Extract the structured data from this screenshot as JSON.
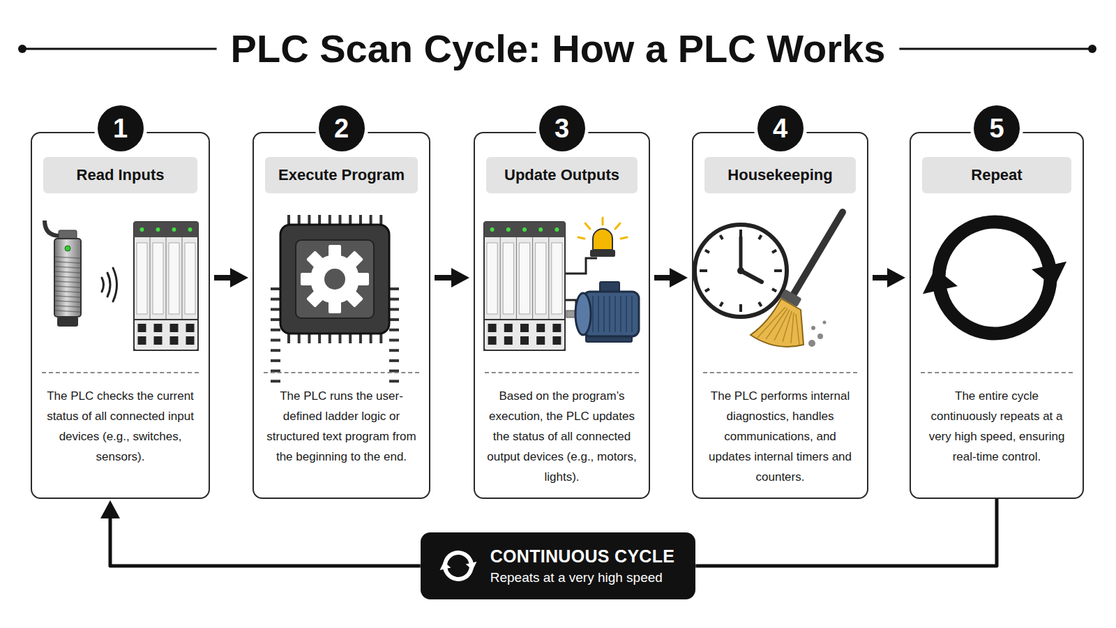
{
  "diagram": {
    "title": "PLC Scan Cycle: How a PLC Works",
    "nodes": [
      {
        "text": [
          "Read Inputs",
          "The PLC checks the current status of all connected input devices (e.g., switches, sensors)."
        ]
      },
      {
        "text": [
          "1"
        ],
        "in": 0
      },
      {
        "text": [
          "Execute Program",
          "The PLC runs the user-defined ladder logic or structured text program from the beginning to the end."
        ]
      },
      {
        "text": [
          "2"
        ],
        "in": 2
      },
      {
        "text": [
          "Update Outputs",
          "Based on the program’s execution, the PLC updates the status of all connected output devices (e.g., motors, lights)."
        ]
      },
      {
        "text": [
          "3"
        ],
        "in": 4
      },
      {
        "text": [
          "Housekeeping",
          "The PLC performs internal diagnostics, handles communications, and updates internal timers and counters."
        ]
      },
      {
        "text": [
          "4"
        ],
        "in": 6
      },
      {
        "text": [
          "Repeat",
          "The entire cycle continuously repeats at a very high speed, ensuring real-time control."
        ]
      },
      {
        "text": [
          "5"
        ],
        "in": 8
      },
      {
        "text": [
          "CONTINUOUS CYCLE",
          "Repeats at a very high speed"
        ]
      }
    ],
    "edges": [
      {
        "from": 0,
        "to": 2,
        "arrow": "to"
      },
      {
        "from": 2,
        "to": 4,
        "arrow": "to"
      },
      {
        "from": 4,
        "to": 6,
        "arrow": "to"
      },
      {
        "from": 6,
        "to": 8,
        "arrow": "to"
      },
      {
        "from": 8,
        "to": 10,
        "arrow": "none"
      },
      {
        "from": 10,
        "to": 0,
        "arrow": "to"
      }
    ]
  }
}
